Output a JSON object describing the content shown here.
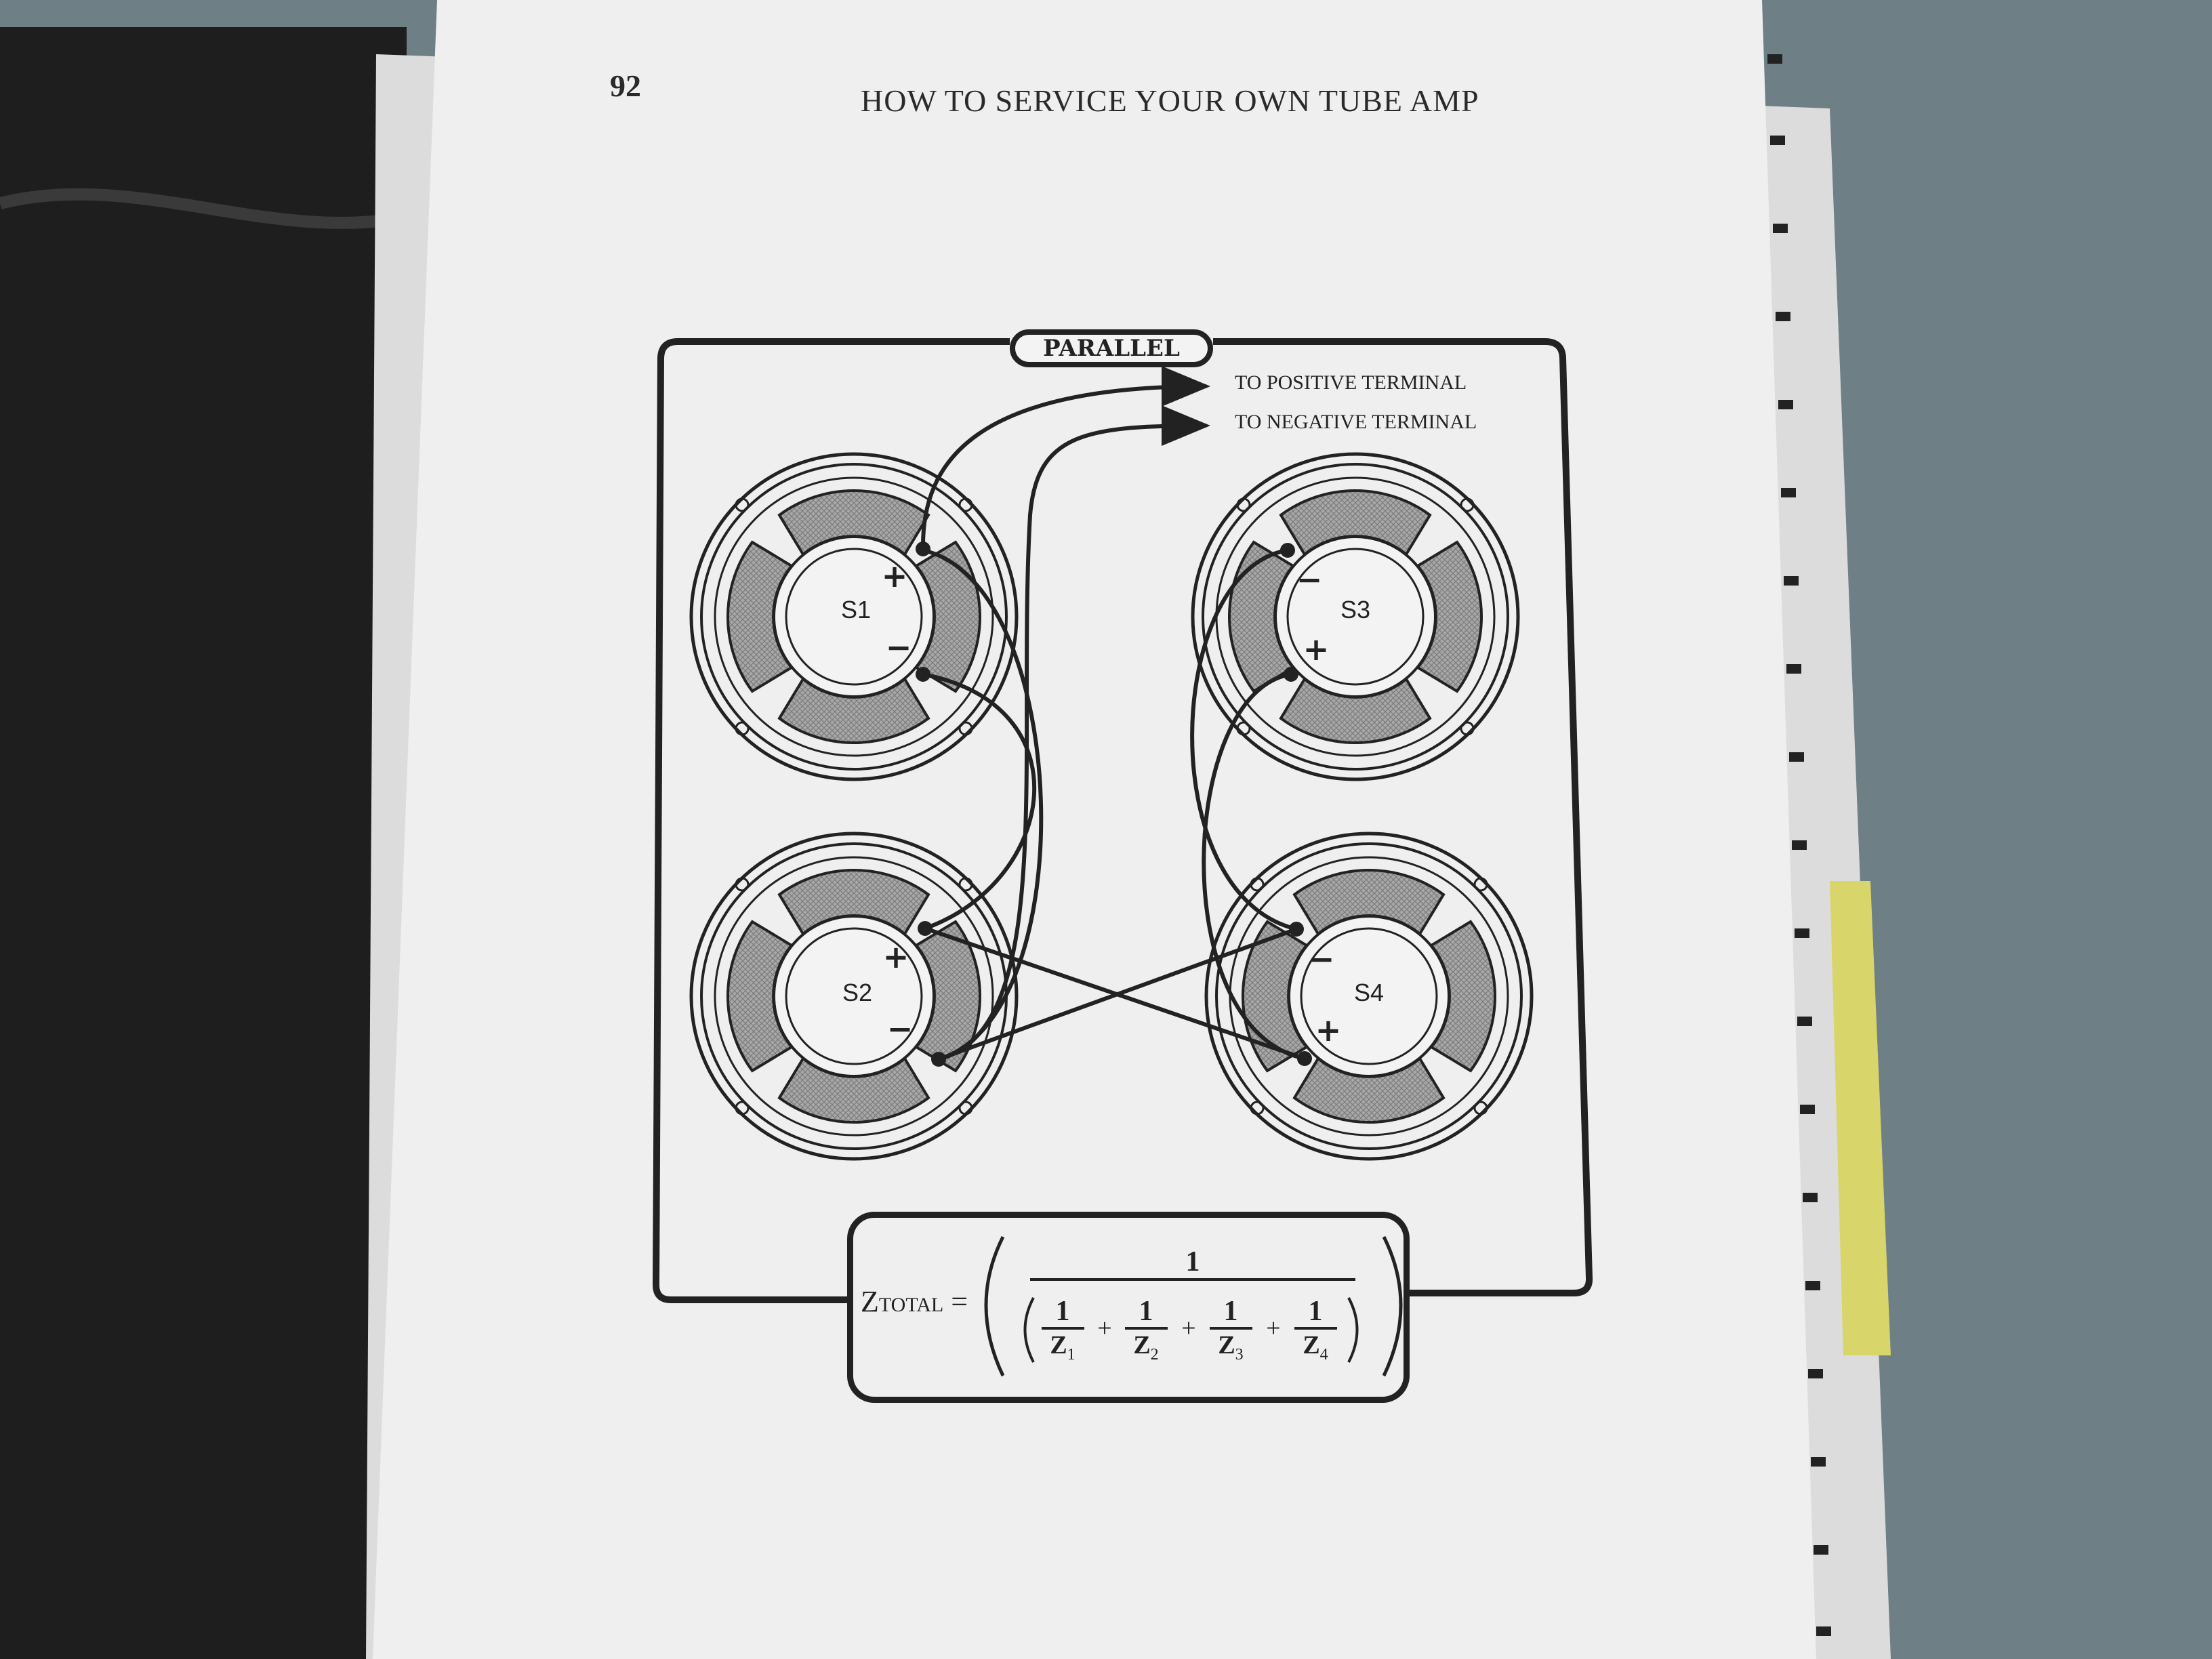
{
  "page": {
    "number": "92",
    "running_head": "HOW TO SERVICE YOUR OWN TUBE AMP"
  },
  "diagram": {
    "title": "PARALLEL",
    "terminals": {
      "positive": "TO POSITIVE TERMINAL",
      "negative": "TO NEGATIVE TERMINAL"
    },
    "speakers": [
      {
        "id": "S1"
      },
      {
        "id": "S2"
      },
      {
        "id": "S3"
      },
      {
        "id": "S4"
      }
    ],
    "signs": {
      "plus": "+",
      "minus": "−"
    }
  },
  "formula": {
    "lhs_main": "Z",
    "lhs_sub": "TOTAL",
    "equals": "=",
    "numerator": "1",
    "terms": [
      {
        "num": "1",
        "z": "Z",
        "sub": "1"
      },
      {
        "num": "1",
        "z": "Z",
        "sub": "2"
      },
      {
        "num": "1",
        "z": "Z",
        "sub": "3"
      },
      {
        "num": "1",
        "z": "Z",
        "sub": "4"
      }
    ],
    "plus": "+"
  },
  "colors": {
    "ink": "#222222",
    "paper": "#f3f3f3",
    "cone_fill": "#9a9a9a",
    "binder_cover": "#1e1e1e",
    "backdrop": "#6f7f86"
  }
}
